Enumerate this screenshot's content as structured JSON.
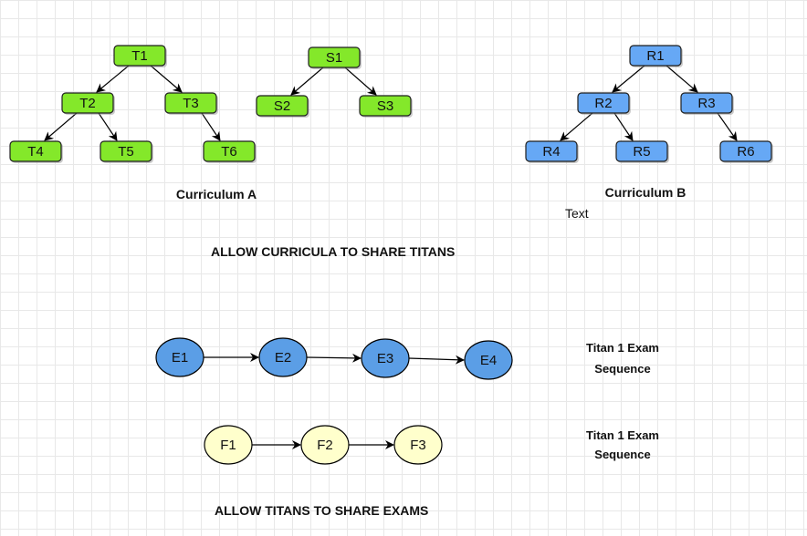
{
  "colors": {
    "green_node": "#84e82a",
    "blue_node": "#66a8f5",
    "blue_circle": "#5b9ee6",
    "yellow_circle": "#ffffcc",
    "stroke": "#1f1f1f",
    "shadow": "#9a9a9a"
  },
  "trees": [
    {
      "id": "tree-t",
      "color": "green_node",
      "nodes": [
        {
          "id": "T1",
          "label": "T1"
        },
        {
          "id": "T2",
          "label": "T2"
        },
        {
          "id": "T3",
          "label": "T3"
        },
        {
          "id": "T4",
          "label": "T4"
        },
        {
          "id": "T5",
          "label": "T5"
        },
        {
          "id": "T6",
          "label": "T6"
        }
      ],
      "edges": [
        [
          "T1",
          "T2"
        ],
        [
          "T1",
          "T3"
        ],
        [
          "T2",
          "T4"
        ],
        [
          "T2",
          "T5"
        ],
        [
          "T3",
          "T6"
        ]
      ]
    },
    {
      "id": "tree-s",
      "color": "green_node",
      "nodes": [
        {
          "id": "S1",
          "label": "S1"
        },
        {
          "id": "S2",
          "label": "S2"
        },
        {
          "id": "S3",
          "label": "S3"
        }
      ],
      "edges": [
        [
          "S1",
          "S2"
        ],
        [
          "S1",
          "S3"
        ]
      ]
    },
    {
      "id": "tree-r",
      "color": "blue_node",
      "nodes": [
        {
          "id": "R1",
          "label": "R1"
        },
        {
          "id": "R2",
          "label": "R2"
        },
        {
          "id": "R3",
          "label": "R3"
        },
        {
          "id": "R4",
          "label": "R4"
        },
        {
          "id": "R5",
          "label": "R5"
        },
        {
          "id": "R6",
          "label": "R6"
        }
      ],
      "edges": [
        [
          "R1",
          "R2"
        ],
        [
          "R1",
          "R3"
        ],
        [
          "R2",
          "R4"
        ],
        [
          "R2",
          "R5"
        ],
        [
          "R3",
          "R6"
        ]
      ]
    }
  ],
  "sequences": [
    {
      "id": "seq-e",
      "color": "blue_circle",
      "nodes": [
        {
          "id": "E1",
          "label": "E1"
        },
        {
          "id": "E2",
          "label": "E2"
        },
        {
          "id": "E3",
          "label": "E3"
        },
        {
          "id": "E4",
          "label": "E4"
        }
      ]
    },
    {
      "id": "seq-f",
      "color": "yellow_circle",
      "nodes": [
        {
          "id": "F1",
          "label": "F1"
        },
        {
          "id": "F2",
          "label": "F2"
        },
        {
          "id": "F3",
          "label": "F3"
        }
      ]
    }
  ],
  "labels": {
    "curriculum_a": "Curriculum A",
    "curriculum_b": "Curriculum B",
    "text_label": "Text",
    "heading_share_titans": "ALLOW CURRICULA TO SHARE TITANS",
    "heading_share_exams": "ALLOW TITANS TO SHARE EXAMS",
    "seq1_line1": "Titan 1 Exam",
    "seq1_line2": "Sequence",
    "seq2_line1": "Titan 1 Exam",
    "seq2_line2": "Sequence"
  }
}
